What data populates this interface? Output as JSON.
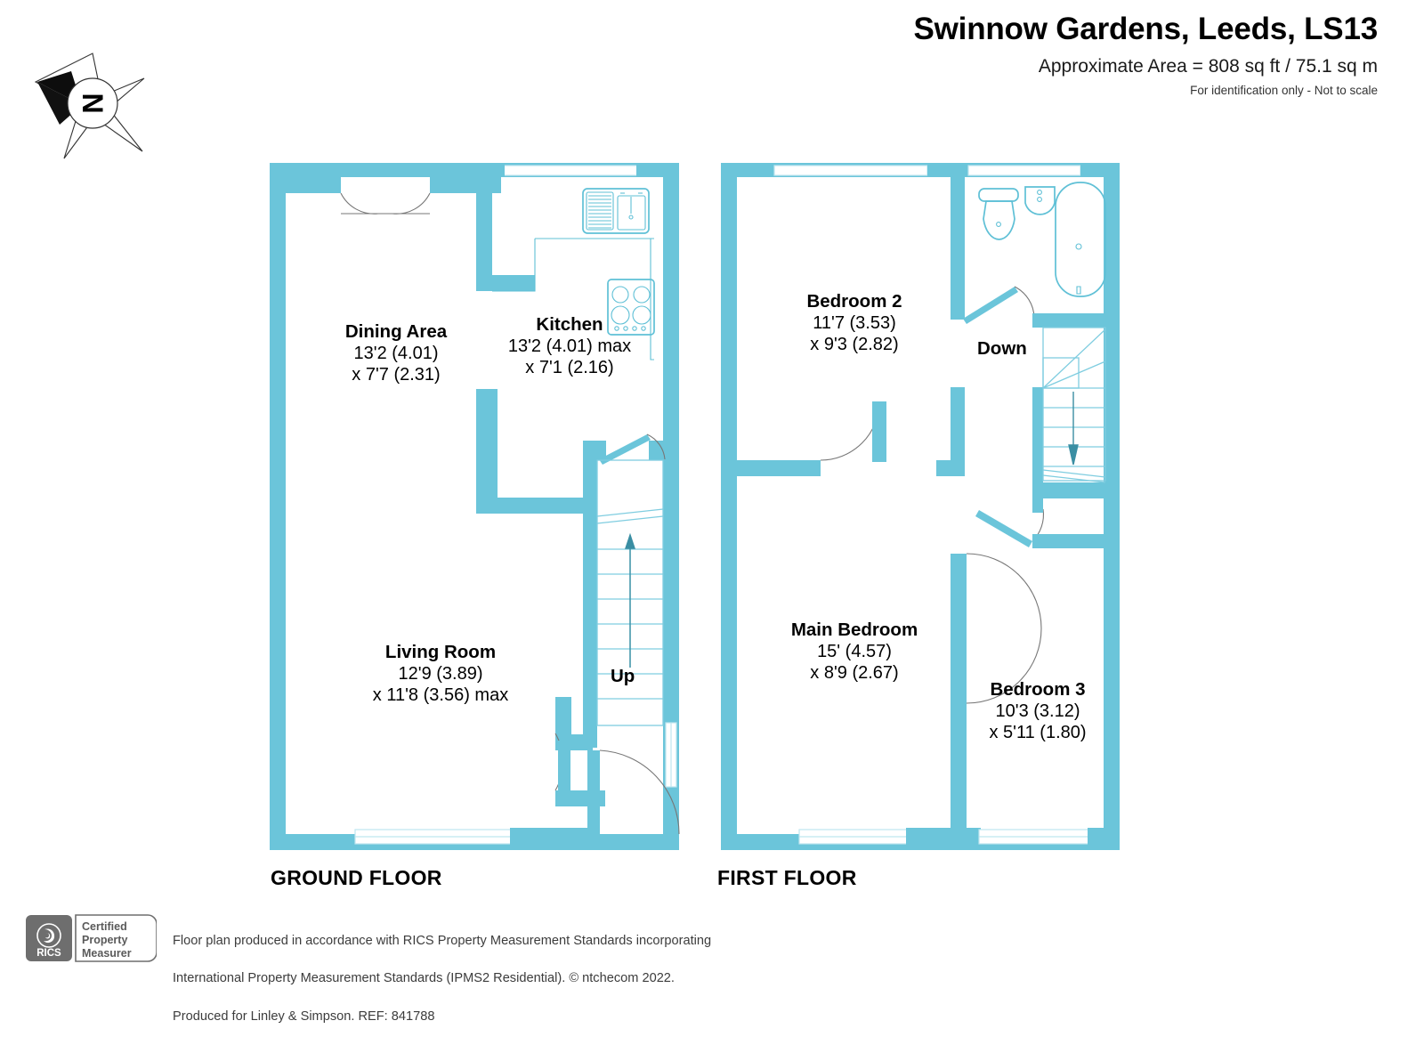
{
  "header": {
    "title": "Swinnow Gardens, Leeds, LS13",
    "area": "Approximate Area = 808 sq ft / 75.1 sq m",
    "note": "For identification only - Not to scale"
  },
  "compass": {
    "label": "N",
    "name": "north-arrow"
  },
  "colors": {
    "wall": "#6bc5da",
    "fixture_stroke": "#5fc0d6",
    "text": "#000000",
    "footer_text": "#3c3c3c",
    "badge": "#6e6e6e"
  },
  "floors": [
    {
      "id": "ground",
      "label": "GROUND FLOOR",
      "rooms": [
        {
          "name": "Dining Area",
          "dim1": "13'2 (4.01)",
          "dim2": "x 7'7 (2.31)"
        },
        {
          "name": "Kitchen",
          "dim1": "13'2 (4.01) max",
          "dim2": "x 7'1 (2.16)"
        },
        {
          "name": "Living Room",
          "dim1": "12'9 (3.89)",
          "dim2": "x 11'8 (3.56) max"
        }
      ],
      "stairs_label": "Up"
    },
    {
      "id": "first",
      "label": "FIRST FLOOR",
      "rooms": [
        {
          "name": "Bedroom 2",
          "dim1": "11'7 (3.53)",
          "dim2": "x 9'3 (2.82)"
        },
        {
          "name": "Main Bedroom",
          "dim1": "15' (4.57)",
          "dim2": "x 8'9 (2.67)"
        },
        {
          "name": "Bedroom 3",
          "dim1": "10'3 (3.12)",
          "dim2": "x 5'11 (1.80)"
        }
      ],
      "stairs_label": "Down"
    }
  ],
  "footer": {
    "badge_line1": "Certified",
    "badge_line2": "Property",
    "badge_line3": "Measurer",
    "badge_mark": "RICS",
    "line1": "Floor plan produced in accordance with RICS Property Measurement Standards incorporating",
    "line2": "International Property Measurement Standards (IPMS2 Residential).   © ntchecom 2022.",
    "line3": "Produced for Linley & Simpson.   REF: 841788"
  }
}
